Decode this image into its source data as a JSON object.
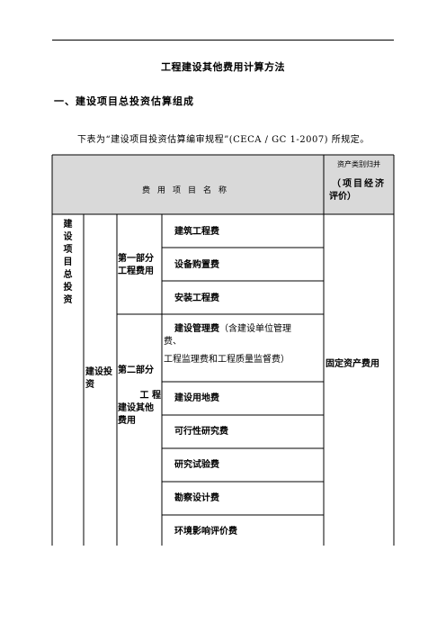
{
  "page": {
    "title": "工程建设其他费用计算方法",
    "section_heading": "一、建设项目总投资估算组成",
    "intro": "下表为“建设项目投资估算编审规程”(CECA / GC 1-2007) 所规定。"
  },
  "table": {
    "header_name": "费用项目名称",
    "header_asset_top": "资产类别归并",
    "header_asset_line1": "（项目经济",
    "header_asset_line2": "评价）",
    "col1": [
      "建",
      "设",
      "项",
      "目",
      "总",
      "投",
      "资"
    ],
    "col2_line1": "建设投",
    "col2_line2": "资",
    "part1_line1": "第一部分",
    "part1_line2": "工程费用",
    "part2_line1": "第二部分",
    "part2_line2": "工  程",
    "part2_line3": "建设其他",
    "part2_line4": "费用",
    "items": [
      "建筑工程费",
      "设备购置费",
      "安装工程费",
      "建设管理费",
      "研究试验费",
      "勘察设计费",
      "环境影响评价费"
    ],
    "mgmt_note_a": "（含建设单位管理",
    "mgmt_note_b": "费、",
    "mgmt_note_c": "工程监理费和工程质量监督费）",
    "land_fee": "建设用地费",
    "feasibility_fee": "可行性研究费",
    "asset_class": "固定资产费用"
  }
}
